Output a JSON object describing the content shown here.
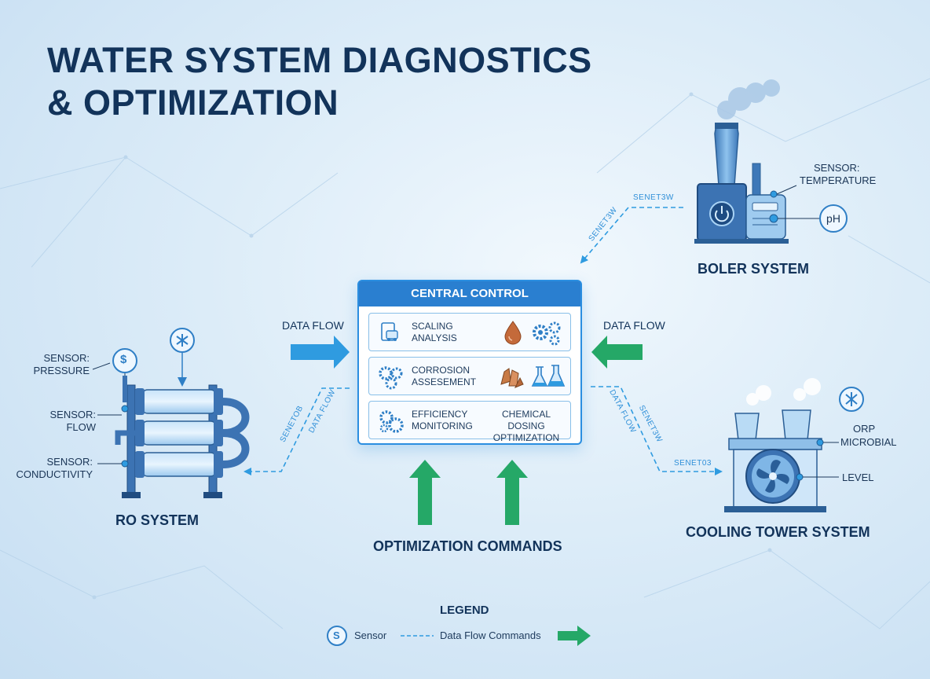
{
  "title_line1": "WATER SYSTEM DIAGNOSTICS",
  "title_line2": "& OPTIMIZATION",
  "central": {
    "title": "CENTRAL CONTROL",
    "rows": [
      {
        "text_line1": "SCALING",
        "text_line2": "ANALYSIS"
      },
      {
        "text_line1": "CORROSION",
        "text_line2": "ASSESEMENT"
      },
      {
        "text_line1": "EFFICIENCY",
        "text_line2": "MONITORING",
        "right_line1": "CHEMICAL DOSING",
        "right_line2": "OPTIMIZATION"
      }
    ]
  },
  "flows": {
    "data_flow_left": "DATA FLOW",
    "data_flow_right": "DATA FLOW",
    "optimization_commands": "OPTIMIZATION COMMANDS"
  },
  "boiler": {
    "name": "BOLER SYSTEM",
    "sensor_temp_line1": "SENSOR:",
    "sensor_temp_line2": "TEMPERATURE",
    "ph": "pH",
    "mirror_a": "SENET3W",
    "mirror_b": "SENET3W"
  },
  "ro": {
    "name": "RO SYSTEM",
    "sensors": [
      {
        "line1": "SENSOR:",
        "line2": "PRESSURE"
      },
      {
        "line1": "SENSOR:",
        "line2": "FLOW"
      },
      {
        "line1": "SENSOR:",
        "line2": "CONDUCTIVITY"
      }
    ],
    "badge_symbol": "$",
    "mirror_a": "SENETOB",
    "mirror_b": "DATA FLOW"
  },
  "cooling": {
    "name": "COOLING TOWER SYSTEM",
    "orp": "ORP",
    "microbial": "MICROBIAL",
    "level": "LEVEL",
    "mirror_a": "DATA FLOW",
    "mirror_b": "SENET3W",
    "mirror_c": "SENET03"
  },
  "legend": {
    "title": "LEGEND",
    "sensor_symbol": "S",
    "sensor": "Sensor",
    "data_flow_commands": "Data Flow Commands"
  },
  "colors": {
    "primary_blue": "#2a7fd0",
    "dash_blue": "#2f9be0",
    "green": "#25a867",
    "dark_text": "#12335a"
  }
}
